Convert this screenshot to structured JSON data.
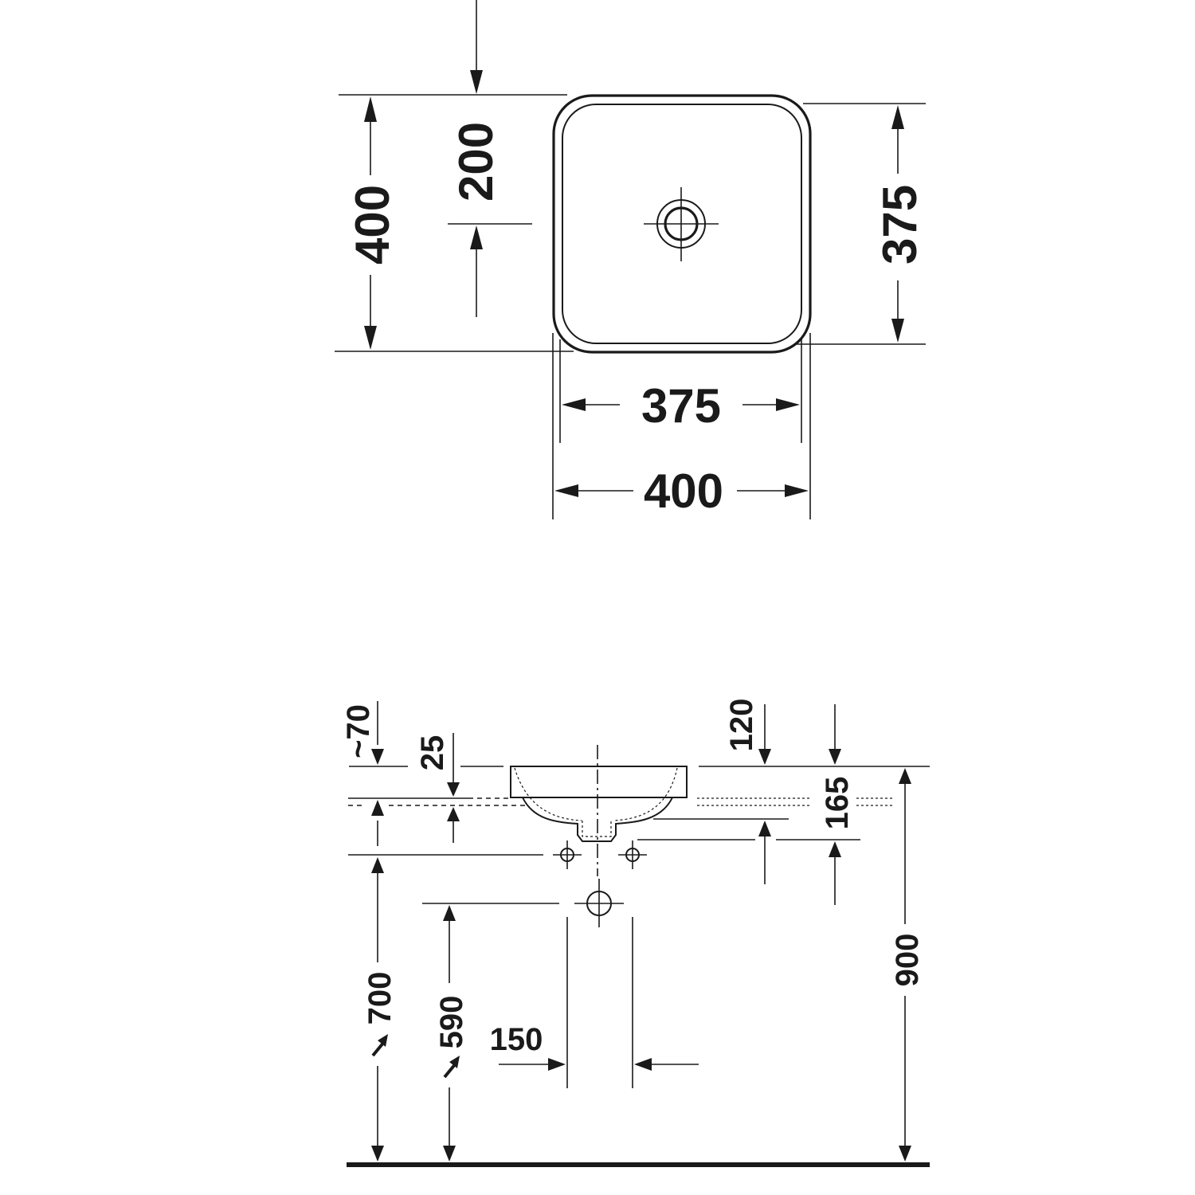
{
  "drawing": {
    "title": "Square countertop washbasin - dimension drawing",
    "colors": {
      "line": "#1a1a1a",
      "background": "#ffffff"
    },
    "top_view": {
      "outer_depth": "400",
      "drain_offset": "200",
      "inner_depth": "375",
      "inner_width": "375",
      "outer_width": "400"
    },
    "side_view": {
      "approx_overhang": "~70",
      "rim_thickness": "25",
      "tap_height": "120",
      "waste_height": "165",
      "total_height": "900",
      "supply_height": "700",
      "waste_outlet_height": "590",
      "supply_spacing": "150"
    }
  }
}
